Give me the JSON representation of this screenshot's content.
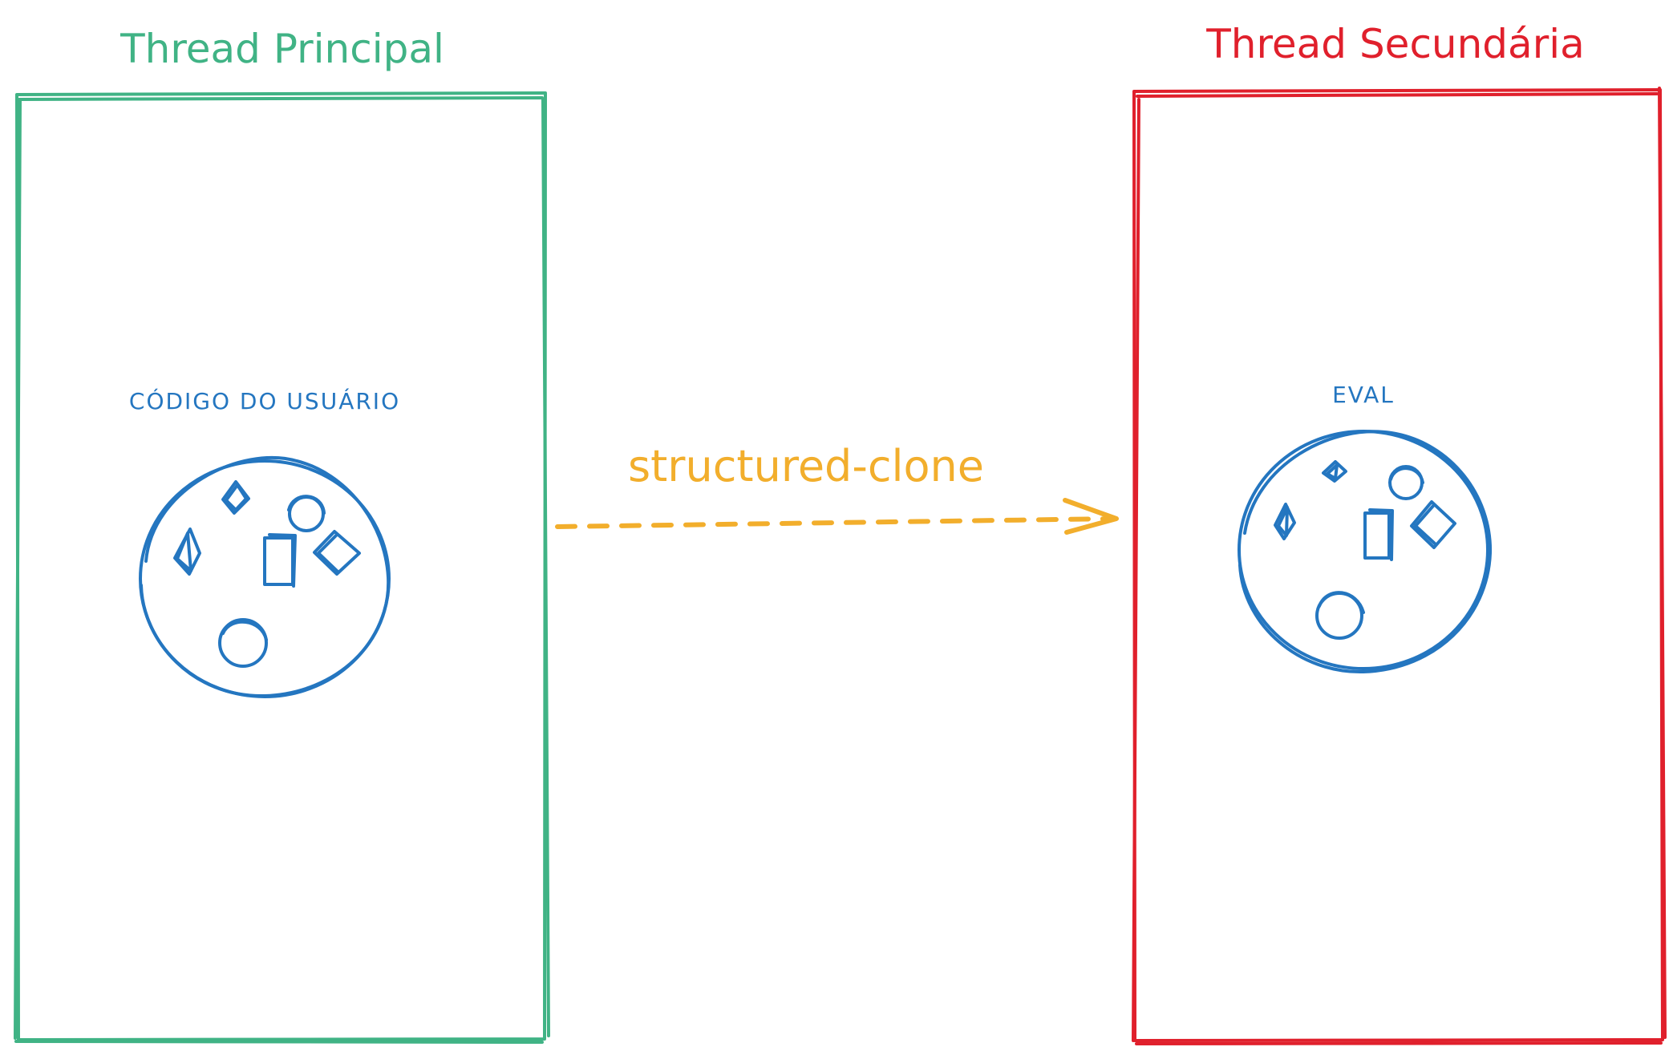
{
  "main_thread": {
    "title": "Thread Principal",
    "label": "CÓDIGO DO USUÁRIO",
    "color": "#40b385"
  },
  "secondary_thread": {
    "title": "Thread Secundária",
    "label": "EVAL",
    "color": "#e0202c"
  },
  "transfer": {
    "label": "structured-clone",
    "color": "#f2ae2c"
  },
  "object_color": "#2476c0"
}
